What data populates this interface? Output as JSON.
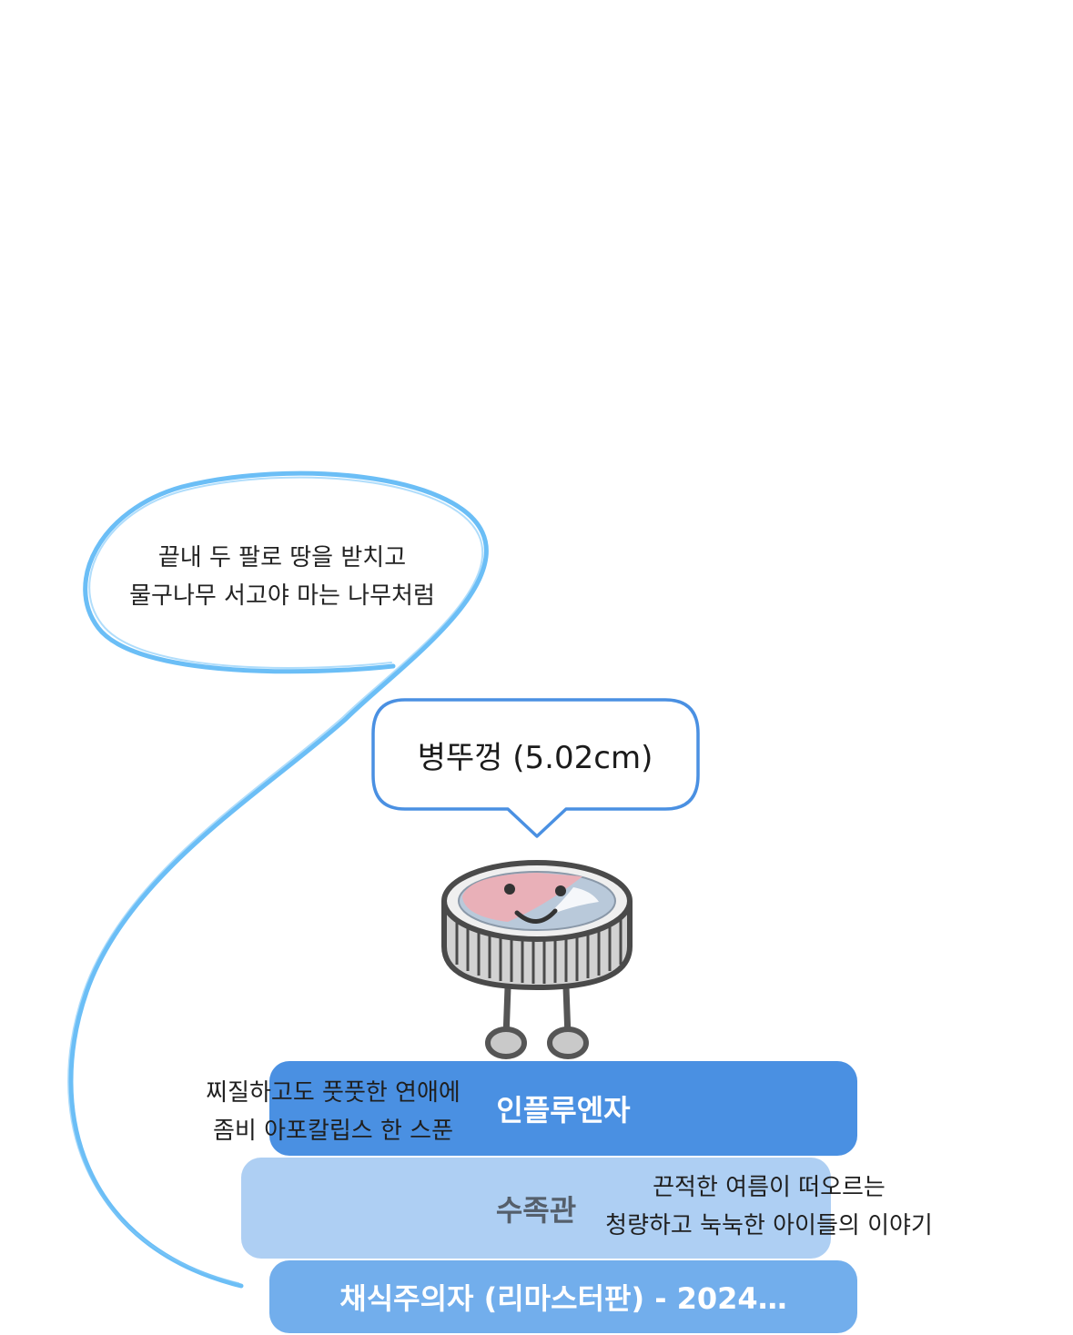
{
  "loop_caption": {
    "line1": "끝내 두 팔로 땅을 받치고",
    "line2": "물구나무 서고야 마는 나무처럼"
  },
  "item_tag": {
    "label": "병뚜껑 (5.02cm)"
  },
  "book_stack": {
    "top": {
      "title": "인플루엔자",
      "note_line1": "찌질하고도 풋풋한 연애에",
      "note_line2": "좀비 아포칼립스 한 스푼"
    },
    "middle": {
      "title": "수족관",
      "note_line1": "끈적한 여름이 떠오르는",
      "note_line2": "청량하고 눅눅한 아이들의 이야기"
    },
    "bottom": {
      "title": "채식주의자 (리마스터판) - 2024…"
    }
  },
  "colors": {
    "loop_stroke": "#5bb7f5",
    "tag_border": "#4a90e2",
    "book_top": "#4a90e2",
    "book_middle": "#aecff3",
    "book_bottom": "#72aeec"
  },
  "icons": [
    "bottle-cap-mascot-icon",
    "speech-bubble-tail-icon"
  ]
}
